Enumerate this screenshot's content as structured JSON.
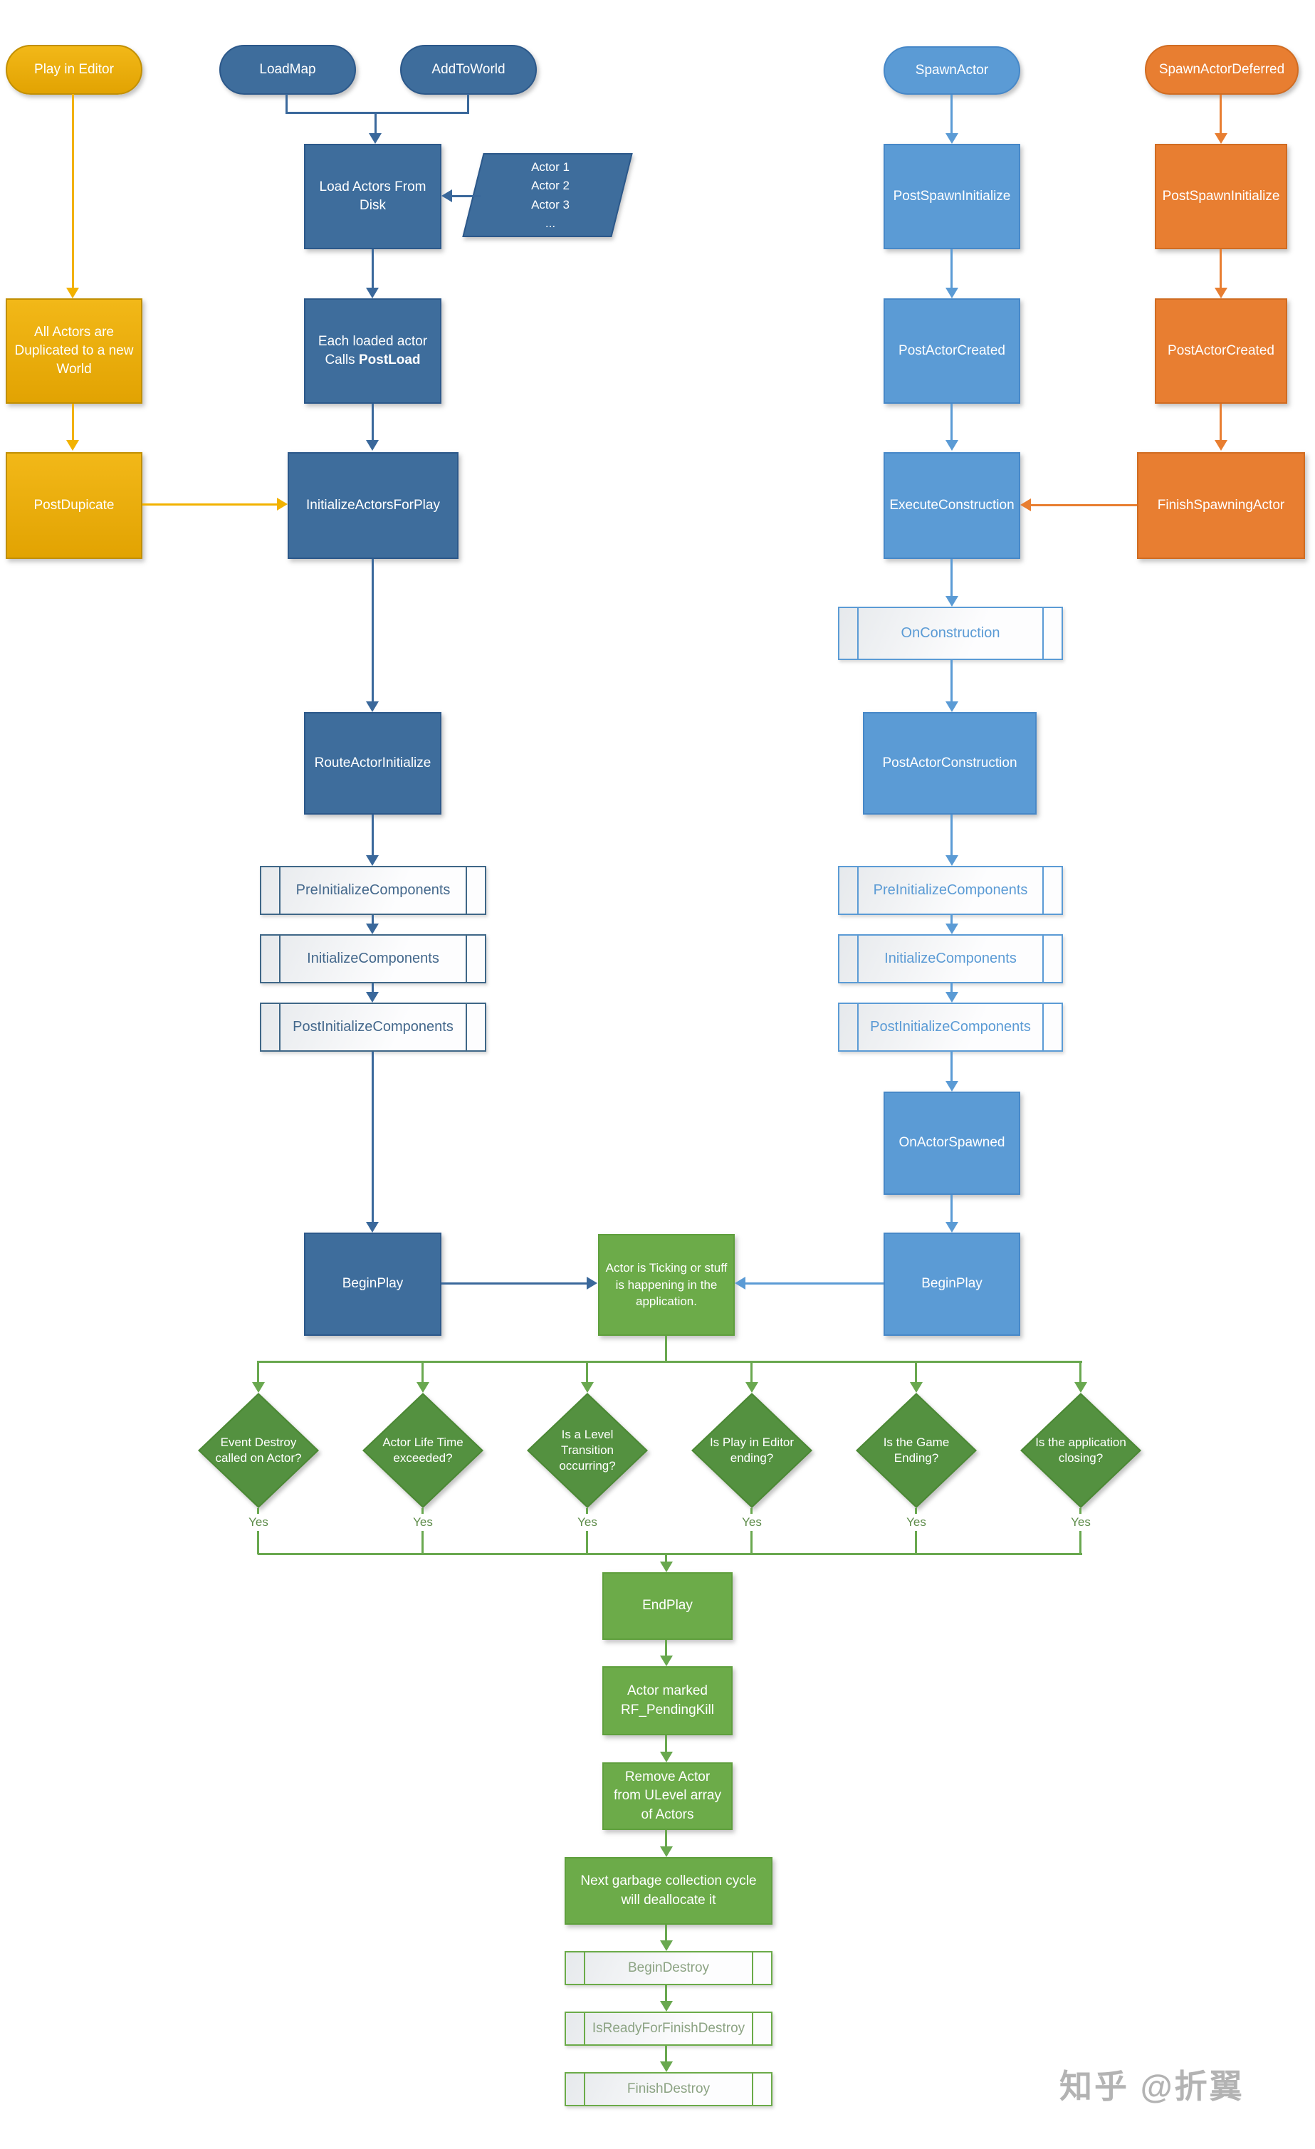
{
  "watermark": "知乎 @折翼",
  "palette": {
    "dark_blue": "#3E6D9C",
    "light_blue": "#5B9BD5",
    "gold": "#EBAD0B",
    "gold_line": "#F2B200",
    "orange": "#E87E31",
    "green": "#6CAB49",
    "diamond_green": "#549140"
  },
  "nodes": {
    "play_in_editor": "Play in Editor",
    "load_map": "LoadMap",
    "add_to_world": "AddToWorld",
    "spawn_actor": "SpawnActor",
    "spawn_actor_deferred": "SpawnActorDeferred",
    "load_actors_from_disk": "Load Actors From Disk",
    "actor_list": [
      "Actor 1",
      "Actor 2",
      "Actor 3",
      "..."
    ],
    "all_actors_duplicated": "All Actors are Duplicated to a new World",
    "each_loaded_actor_line1": "Each loaded actor",
    "each_loaded_actor_calls": "Calls",
    "each_loaded_actor_postload": "PostLoad",
    "post_dupicate": "PostDupicate",
    "initialize_actors_for_play": "InitializeActorsForPlay",
    "post_spawn_initialize_spawn": "PostSpawnInitialize",
    "post_spawn_initialize_deferred": "PostSpawnInitialize",
    "post_actor_created_spawn": "PostActorCreated",
    "post_actor_created_deferred": "PostActorCreated",
    "execute_construction": "ExecuteConstruction",
    "finish_spawning_actor": "FinishSpawningActor",
    "on_construction": "OnConstruction",
    "post_actor_construction": "PostActorConstruction",
    "route_actor_initialize": "RouteActorInitialize",
    "pre_initialize_components_left": "PreInitializeComponents",
    "initialize_components_left": "InitializeComponents",
    "post_initialize_components_left": "PostInitializeComponents",
    "pre_initialize_components_right": "PreInitializeComponents",
    "initialize_components_right": "InitializeComponents",
    "post_initialize_components_right": "PostInitializeComponents",
    "on_actor_spawned": "OnActorSpawned",
    "begin_play_left": "BeginPlay",
    "begin_play_right": "BeginPlay",
    "actor_ticking": "Actor is Ticking or stuff is happening in the application.",
    "end_play": "EndPlay",
    "actor_marked_pending_kill": "Actor marked RF_PendingKill",
    "remove_actor": "Remove Actor from ULevel array of Actors",
    "next_garbage": "Next garbage collection cycle will deallocate it",
    "begin_destroy": "BeginDestroy",
    "is_ready_for_finish_destroy": "IsReadyForFinishDestroy",
    "finish_destroy": "FinishDestroy"
  },
  "decisions": [
    {
      "label": "Event Destroy called on Actor?",
      "yes": "Yes"
    },
    {
      "label": "Actor Life Time exceeded?",
      "yes": "Yes"
    },
    {
      "label": "Is a Level Transition occurring?",
      "yes": "Yes"
    },
    {
      "label": "Is Play in Editor ending?",
      "yes": "Yes"
    },
    {
      "label": "Is the Game Ending?",
      "yes": "Yes"
    },
    {
      "label": "Is the application closing?",
      "yes": "Yes"
    }
  ]
}
